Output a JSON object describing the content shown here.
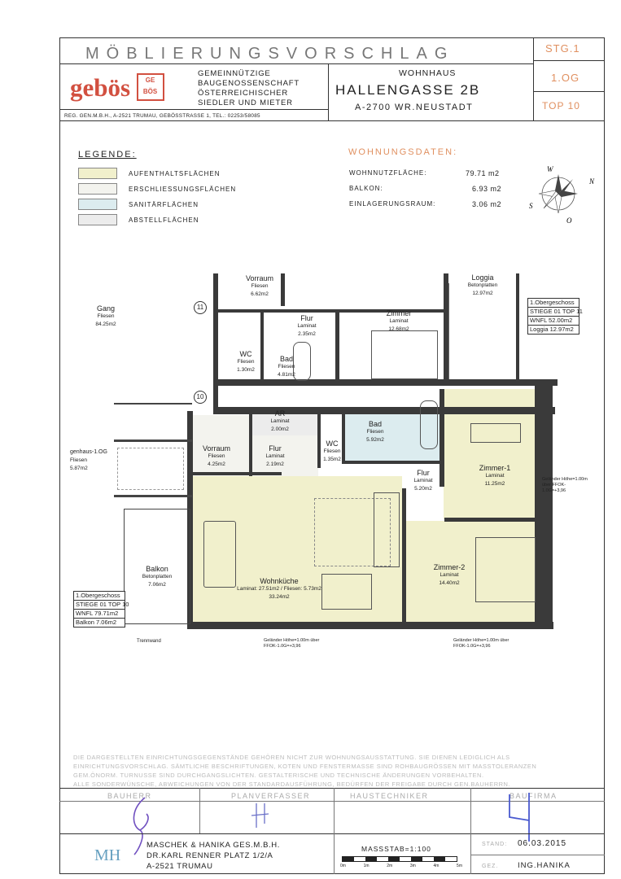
{
  "header": {
    "title": "MÖBLIERUNGSVORSCHLAG",
    "stg": "STG.1",
    "og": "1.OG",
    "top": "TOP 10",
    "logo_text": "gebös",
    "logo_mark": "GE BÖS",
    "org_lines": [
      "GEMEINNÜTZIGE",
      "BAUGENOSSENSCHAFT",
      "ÖSTERREICHISCHER",
      "SIEDLER UND MIETER"
    ],
    "org_address": "REG. GEN.M.B.H., A-2521 TRUMAU, GEBÖSSTRASSE 1, TEL.: 02253/58085",
    "building_type": "WOHNHAUS",
    "street": "HALLENGASSE 2B",
    "city": "A-2700 WR.NEUSTADT"
  },
  "legend": {
    "title": "LEGENDE:",
    "items": [
      {
        "label": "AUFENTHALTSFLÄCHEN",
        "color": "#f1f0cc"
      },
      {
        "label": "ERSCHLIESSUNGSFLÄCHEN",
        "color": "#f3f3ee"
      },
      {
        "label": "SANITÄRFLÄCHEN",
        "color": "#dcecef"
      },
      {
        "label": "ABSTELLFLÄCHEN",
        "color": "#ececec"
      }
    ]
  },
  "wohnungsdaten": {
    "title": "WOHNUNGSDATEN:",
    "rows": [
      {
        "label": "WOHNNUTZFLÄCHE:",
        "value": "79.71 m2"
      },
      {
        "label": "BALKON:",
        "value": "6.93 m2"
      },
      {
        "label": "EINLAGERUNGSRAUM:",
        "value": "3.06 m2"
      }
    ]
  },
  "compass": {
    "n": "N",
    "s": "S",
    "w": "W",
    "o": "O"
  },
  "plan": {
    "rooms": [
      {
        "name": "Gang",
        "floor": "Fliesen",
        "area": "84.25m2"
      },
      {
        "name": "Vorraum",
        "floor": "Fliesen",
        "area": "6.62m2"
      },
      {
        "name": "Flur",
        "floor": "Laminat",
        "area": "2.35m2"
      },
      {
        "name": "Zimmer",
        "floor": "Laminat",
        "area": "12.68m2"
      },
      {
        "name": "Loggia",
        "floor": "Betonplatten",
        "area": "12.97m2"
      },
      {
        "name": "WC",
        "floor": "Fliesen",
        "area": "1.30m2"
      },
      {
        "name": "Bad",
        "floor": "Fliesen",
        "area": "4.81m2"
      },
      {
        "name": "AR",
        "floor": "Laminat",
        "area": "2.00m2"
      },
      {
        "name": "Bad",
        "floor": "Fliesen",
        "area": "5.92m2"
      },
      {
        "name": "Vorraum",
        "floor": "Fliesen",
        "area": "4.25m2"
      },
      {
        "name": "Flur",
        "floor": "Laminat",
        "area": "2.19m2"
      },
      {
        "name": "WC",
        "floor": "Fliesen",
        "area": "1.35m2"
      },
      {
        "name": "Flur",
        "floor": "Laminat",
        "area": "5.20m2"
      },
      {
        "name": "Zimmer-1",
        "floor": "Laminat",
        "area": "11.25m2"
      },
      {
        "name": "Balkon",
        "floor": "Betonplatten",
        "area": "7.06m2"
      },
      {
        "name": "Wohnküche",
        "floor": "Laminat: 27.51m2 / Fliesen: 5.73m2",
        "area": "33.24m2"
      },
      {
        "name": "Zimmer-2",
        "floor": "Laminat",
        "area": "14.40m2"
      },
      {
        "name": "genhaus-1.OG",
        "floor": "Fliesen",
        "area": "5.87m2"
      }
    ],
    "top11_box": {
      "floor": "1.Obergeschoss",
      "stiege": "STIEGE 01 TOP 11",
      "wnfl": "WNFL 52.00m2",
      "loggia": "Loggia 12.97m2"
    },
    "top10_box": {
      "floor": "1.Obergeschoss",
      "stiege": "STIEGE 01 TOP 10",
      "wnfl": "WNFL 79.71m2",
      "balkon": "Balkon 7.06m2"
    },
    "markers": [
      "11",
      "10"
    ],
    "trennwand": "Trennwand",
    "gelaender": "Geländer Höhe=1.00m über FFOK-1.0G=+3,96"
  },
  "disclaimer": [
    "DIE DARGESTELLTEN EINRICHTUNGSGEGENSTÄNDE GEHÖREN NICHT ZUR WOHNUNGSAUSSTATTUNG. SIE DIENEN LEDIGLICH ALS",
    "EINRICHTUNGSVORSCHLAG. SÄMTLICHE BESCHRIFTUNGEN, KOTEN UND FENSTERMASSE SIND ROHBAUGRÖSSEN MIT MASSTOLERANZEN",
    "GEM.ÖNORM. TURNUSSE SIND DURCHGANGSLICHTEN. GESTALTERISCHE UND TECHNISCHE ÄNDERUNGEN VORBEHALTEN.",
    "ALLE SONDERWÜNSCHE, ABWEICHUNGEN VON DER STANDARDAUSFÜHRUNG, BEDÜRFEN DER FREIGABE DURCH GEN.BAUHERRN."
  ],
  "footer": {
    "roles": [
      "BAUHERR",
      "PLANVERFASSER",
      "HAUSTECHNIKER",
      "BAUFIRMA"
    ],
    "firm_lines": [
      "MASCHEK & HANIKA GES.M.B.H.",
      "DR.KARL RENNER PLATZ 1/2/A",
      "A-2521 TRUMAU"
    ],
    "firm_logo": "MH",
    "scale_label": "MASSSTAB=1:100",
    "scale_ticks": [
      "0m",
      "1m",
      "2m",
      "3m",
      "4m",
      "5m"
    ],
    "stand_label": "STAND:",
    "stand_value": "06.03.2015",
    "gez_label": "GEZ.",
    "gez_value": "ING.HANIKA"
  }
}
